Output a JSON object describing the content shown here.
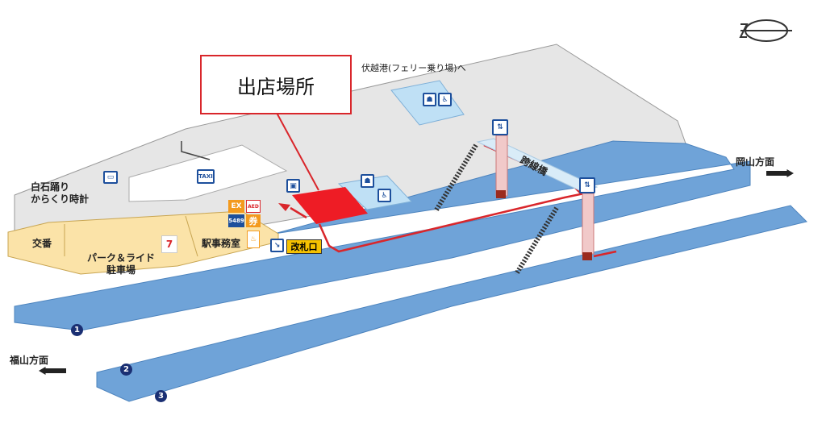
{
  "callout": {
    "label": "出店場所"
  },
  "ferry": {
    "label": "伏越港(フェリー乗り場)へ"
  },
  "okayama": {
    "label": "岡山方面"
  },
  "fukuyama": {
    "label": "福山方面"
  },
  "areas": {
    "clock": "白石踊り\nからくり時計",
    "police": "交番",
    "parking": "パーク＆ライド\n駐車場",
    "office": "駅事務室",
    "gate": "改札口",
    "bridge": "跨線橋"
  },
  "icons": {
    "taxi": "TAXI",
    "ex": "EX",
    "aed": "AED",
    "ticket": "券",
    "ticket_num": "5489",
    "seven": "7"
  },
  "platforms": [
    "1",
    "2",
    "3"
  ],
  "colors": {
    "platform": "#6fa3d8",
    "concourse": "#e6e6e6",
    "shop": "#fbe3a8",
    "highlight": "#ee1c25",
    "route": "#d9262b",
    "restroom": "#bfe0f5"
  }
}
